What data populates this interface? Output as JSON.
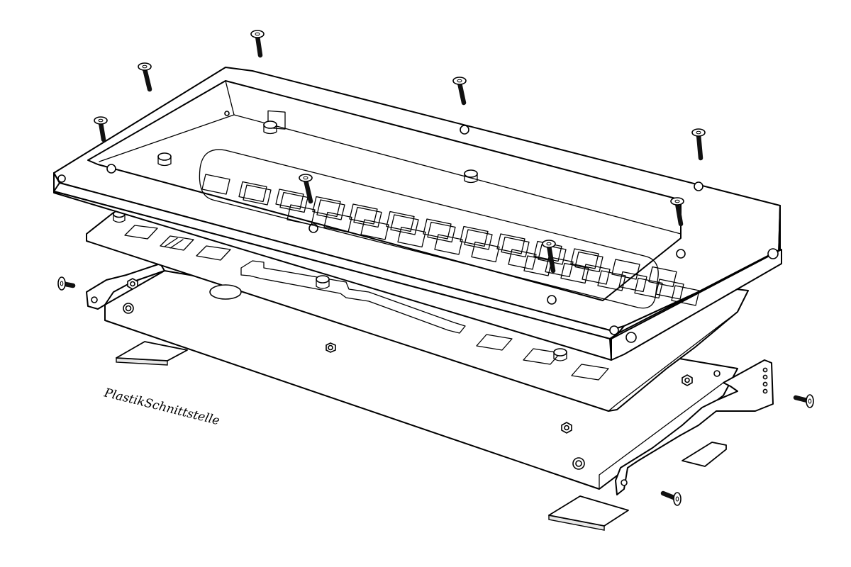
{
  "annotation": {
    "label": "PlastikSchnittstelle"
  },
  "colors": {
    "line": "#000000",
    "fill": "#ffffff",
    "screw": "#111111"
  },
  "parts": {
    "top_frame": "frame",
    "switch_plate": "plate",
    "bottom_case": "case",
    "screws": "countersunk-screws",
    "feet": "rubber-feet"
  }
}
